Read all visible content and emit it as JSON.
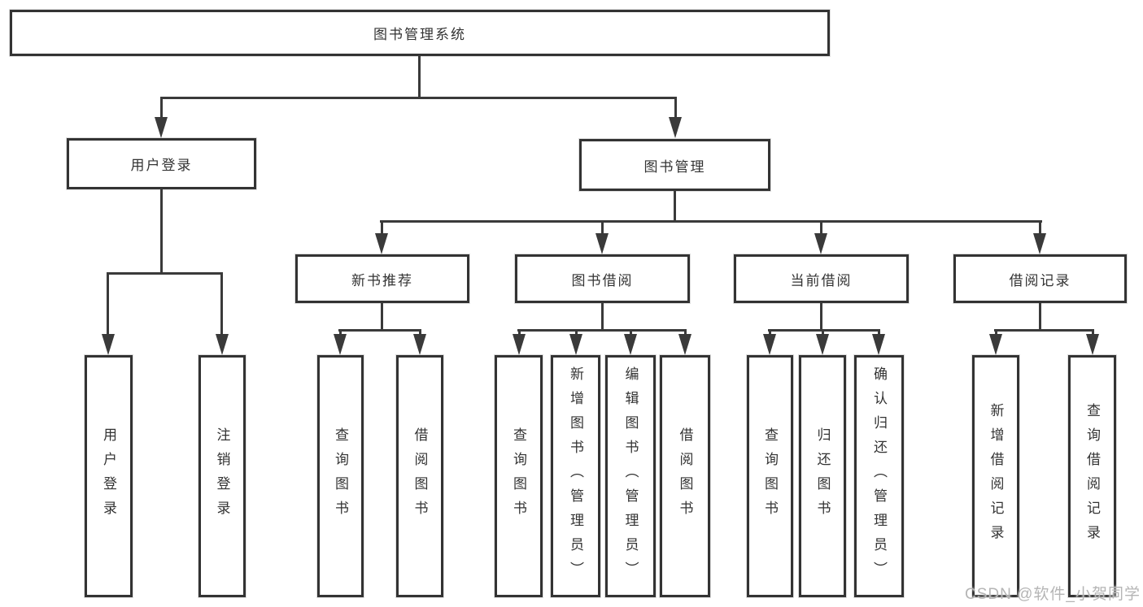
{
  "colors": {
    "background": "#ffffff",
    "line": "#3a3a3a",
    "box_border": "#333333",
    "box_fill": "#ffffff",
    "text": "#333333",
    "watermark": "#b5b5b5"
  },
  "watermark": "CSDN @软件_小贺同学",
  "tree": {
    "label": "图书管理系统",
    "children": [
      {
        "label": "用户登录",
        "children": [
          {
            "label": "用户登录"
          },
          {
            "label": "注销登录"
          }
        ]
      },
      {
        "label": "图书管理",
        "children": [
          {
            "label": "新书推荐",
            "children": [
              {
                "label": "查询图书"
              },
              {
                "label": "借阅图书"
              }
            ]
          },
          {
            "label": "图书借阅",
            "children": [
              {
                "label": "查询图书"
              },
              {
                "label": "新增图书（管理员）"
              },
              {
                "label": "编辑图书（管理员）"
              },
              {
                "label": "借阅图书"
              }
            ]
          },
          {
            "label": "当前借阅",
            "children": [
              {
                "label": "查询图书"
              },
              {
                "label": "归还图书"
              },
              {
                "label": "确认归还（管理员）"
              }
            ]
          },
          {
            "label": "借阅记录",
            "children": [
              {
                "label": "新增借阅记录"
              },
              {
                "label": "查询借阅记录"
              }
            ]
          }
        ]
      }
    ]
  }
}
